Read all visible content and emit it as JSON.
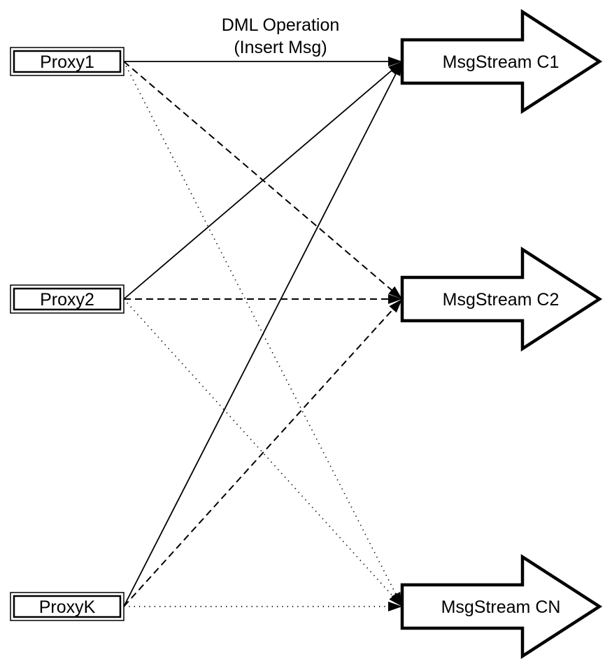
{
  "title": {
    "line1": "DML Operation",
    "line2": "(Insert Msg)"
  },
  "proxies": [
    {
      "id": "proxy1",
      "label": "Proxy1"
    },
    {
      "id": "proxy2",
      "label": "Proxy2"
    },
    {
      "id": "proxyk",
      "label": "ProxyK"
    }
  ],
  "streams": [
    {
      "id": "c1",
      "label": "MsgStream C1",
      "incoming_line_style": "solid"
    },
    {
      "id": "c2",
      "label": "MsgStream C2",
      "incoming_line_style": "dashed"
    },
    {
      "id": "cn",
      "label": "MsgStream CN",
      "incoming_line_style": "dotted"
    }
  ],
  "connections": [
    {
      "from": "proxy1",
      "to": "c1",
      "style": "solid"
    },
    {
      "from": "proxy2",
      "to": "c1",
      "style": "solid"
    },
    {
      "from": "proxyk",
      "to": "c1",
      "style": "solid"
    },
    {
      "from": "proxy1",
      "to": "c2",
      "style": "dashed"
    },
    {
      "from": "proxy2",
      "to": "c2",
      "style": "dashed"
    },
    {
      "from": "proxyk",
      "to": "c2",
      "style": "dashed"
    },
    {
      "from": "proxy1",
      "to": "cn",
      "style": "dotted"
    },
    {
      "from": "proxy2",
      "to": "cn",
      "style": "dotted"
    },
    {
      "from": "proxyk",
      "to": "cn",
      "style": "dotted"
    }
  ],
  "colors": {
    "stroke": "#000000",
    "shape_fill": "#ffffff",
    "background": "#ffffff"
  }
}
